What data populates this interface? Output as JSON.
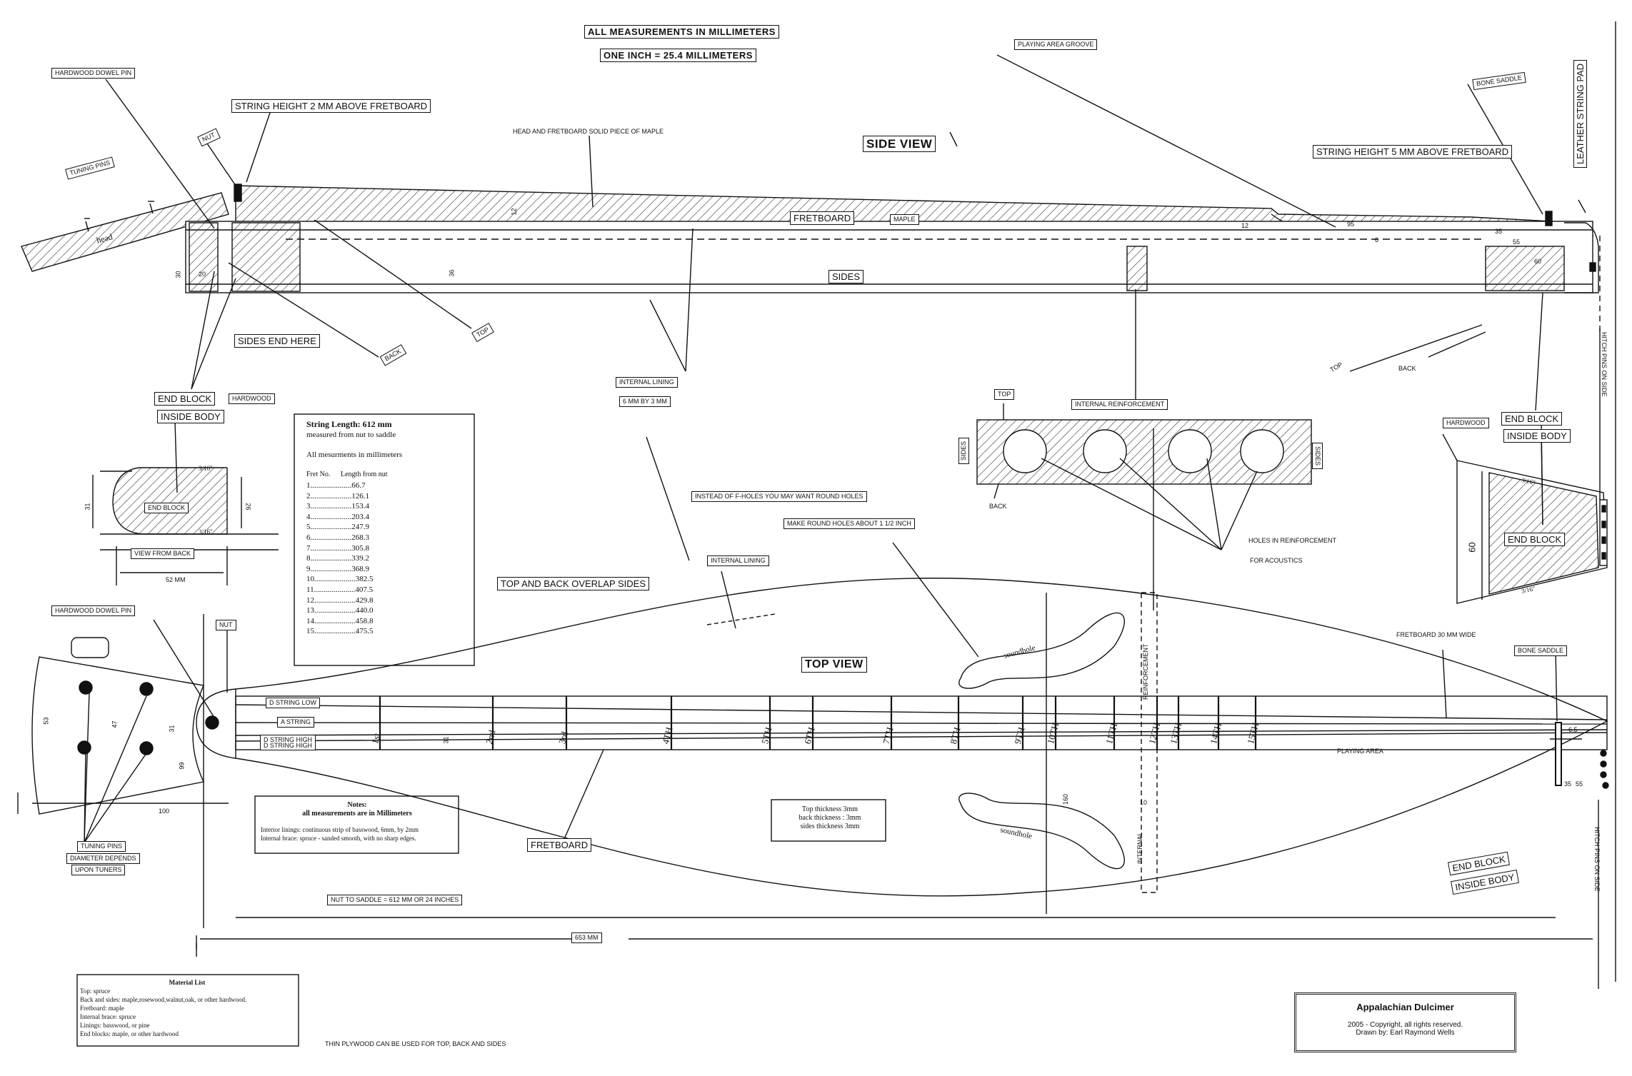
{
  "header": {
    "all_measurements": "ALL MEASUREMENTS IN MILLIMETERS",
    "one_inch": "ONE INCH = 25.4 MILLIMETERS"
  },
  "side_view": {
    "title": "SIDE VIEW",
    "labels": {
      "hardwood_dowel_pin": "HARDWOOD DOWEL PIN",
      "string_height_nut": "STRING HEIGHT 2 MM ABOVE FRETBOARD",
      "nut": "NUT",
      "tuning_pins": "TUNING PINS",
      "head": "head",
      "head_fretboard": "HEAD AND FRETBOARD SOLID PIECE OF MAPLE",
      "playing_area_groove": "PLAYING AREA GROOVE",
      "bone_saddle": "BONE SADDLE",
      "string_height_saddle": "STRING HEIGHT 5 MM ABOVE FRETBOARD",
      "leather_string_pad": "LEATHER STRING PAD",
      "fretboard": "FRETBOARD",
      "maple": "MAPLE",
      "sides": "SIDES",
      "sides_end_here": "SIDES END HERE",
      "top": "TOP",
      "back": "BACK",
      "end_block": "END BLOCK",
      "hardwood": "HARDWOOD",
      "inside_body": "INSIDE BODY",
      "internal_lining": "INTERNAL LINING",
      "lining_size": "6 MM BY 3 MM",
      "internal_reinforcement": "INTERNAL REINFORCEMENT",
      "hitch_pins_set_right": "HITCH PINS ON SIDE"
    },
    "dims": {
      "d12a": "12",
      "d12b": "12",
      "d30": "30",
      "d20": "20",
      "d36": "36",
      "d95": "95",
      "d6": "6",
      "d35": "35",
      "d55": "55",
      "d60": "60"
    }
  },
  "end_block_detail": {
    "label": "END BLOCK",
    "view": "VIEW FROM BACK",
    "dim_31": "31",
    "dim_26": "26",
    "dim_52": "52 MM",
    "dim_top": "3/16\"",
    "dim_bottom": "3/16\""
  },
  "string_table": {
    "title": "String Length: 612 mm",
    "subtitle": "measured from nut to saddle",
    "note": "All mesurments in millimeters",
    "col1": "Fret No.",
    "col2": "Length from nut",
    "rows": [
      {
        "fret": "1",
        "len": "66.7"
      },
      {
        "fret": "2",
        "len": "126.1"
      },
      {
        "fret": "3",
        "len": "153.4"
      },
      {
        "fret": "4",
        "len": "203.4"
      },
      {
        "fret": "5",
        "len": "247.9"
      },
      {
        "fret": "6",
        "len": "268.3"
      },
      {
        "fret": "7",
        "len": "305.8"
      },
      {
        "fret": "8",
        "len": "339.2"
      },
      {
        "fret": "9",
        "len": "368.9"
      },
      {
        "fret": "10",
        "len": "382.5"
      },
      {
        "fret": "11",
        "len": "407.5"
      },
      {
        "fret": "12",
        "len": "429.8"
      },
      {
        "fret": "13",
        "len": "440.0"
      },
      {
        "fret": "14",
        "len": "458.8"
      },
      {
        "fret": "15",
        "len": "475.5"
      }
    ]
  },
  "reinforcement": {
    "top": "TOP",
    "sides_l": "SIDES",
    "sides_r": "SIDES",
    "back": "BACK",
    "holes": "HOLES IN REINFORCEMENT",
    "for_acoustics": "FOR ACOUSTICS",
    "instead": "INSTEAD OF F-HOLES YOU MAY WANT ROUND HOLES",
    "make_round": "MAKE ROUND HOLES ABOUT 1 1/2 INCH"
  },
  "right_end": {
    "hardwood": "HARDWOOD",
    "end_block": "END BLOCK",
    "inside_body": "INSIDE BODY",
    "end_block2": "END BLOCK",
    "dim60": "60",
    "dim_a": "3/16\"",
    "dim_b": "3/16\""
  },
  "top_view": {
    "title": "TOP VIEW",
    "hardwood_dowel_pin": "HARDWOOD DOWEL PIN",
    "nut": "NUT",
    "top_back_overlap": "TOP AND BACK OVERLAP SIDES",
    "internal_lining": "INTERNAL LINING",
    "d_string_low": "D STRING LOW",
    "a_string": "A STRING",
    "d_string_high1": "D STRING HIGH",
    "d_string_high2": "D STRING HIGH",
    "fretboard": "FRETBOARD",
    "fretboard_wide": "FRETBOARD 30 MM WIDE",
    "bone_saddle": "BONE SADDLE",
    "playing_area": "PLAYING AREA",
    "soundhole1": "soundhole",
    "soundhole2": "soundhole",
    "reinforcement": "REINFORCEMENT",
    "internal": "INTERNAL",
    "end_block": "END BLOCK",
    "inside_body": "INSIDE BODY",
    "hitch_pins": "HITCH PINS ON SIDE",
    "tuning_pins": "TUNING PINS",
    "diameter_depends": "DIAMETER DEPENDS",
    "upon_tuners": "UPON TUNERS",
    "nut_to_saddle": "NUT TO SADDLE = 612 MM  OR 24 INCHES",
    "overall": "653 MM",
    "thickness": [
      "Top thickness 3mm",
      "back thickness : 3mm",
      "sides thickness 3mm"
    ],
    "dims": {
      "d53": "53",
      "d47": "47",
      "d31": "31",
      "d31b": "31",
      "d99": "99",
      "d100": "100",
      "d160": "160",
      "d10": "10",
      "d65": "6.5",
      "d35": "35",
      "d55": "55"
    },
    "fret_labels": [
      "1st",
      "2nd",
      "3rd",
      "4TH",
      "5TH",
      "6TH",
      "7TH",
      "8TH",
      "9TH",
      "10TH",
      "11TH",
      "12TH",
      "13TH",
      "14TH",
      "15TH"
    ]
  },
  "notes": {
    "title": "Notes:",
    "subtitle": "all measurements are in Millimeters",
    "line1": "Interior linings: continuous strip of basswood, 6mm, by 2mm",
    "line2": "Internal brace: spruce - sanded smooth, with no sharp edges."
  },
  "material_list": {
    "title": "Material List",
    "lines": [
      "Top: spruce",
      "Back and sides: maple,rosewood,walnut,oak, or other hardwood.",
      "Fretboard: maple",
      "Internal brace: spruce",
      "Linings: basswood, or pine",
      "End blocks: maple, or other hardwood"
    ]
  },
  "plywood_note": "THIN PLYWOOD CAN BE USED FOR TOP, BACK AND SIDES",
  "title_block": {
    "title": "Appalachian Dulcimer",
    "copyright": "2005 - Copyright, all rights reserved.",
    "drawn_by": "Drawn by: Earl Raymond Wells"
  }
}
